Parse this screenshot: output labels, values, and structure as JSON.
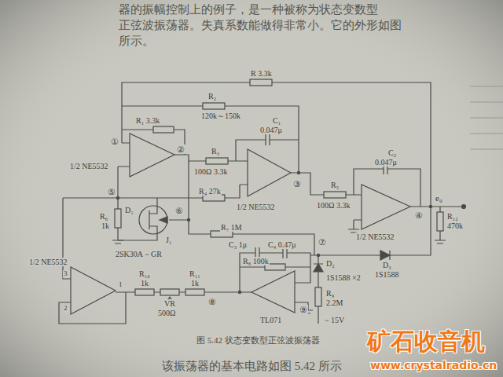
{
  "diagram": {
    "caption": "图 5.42  状态变数型正弦波振荡器",
    "labels": [
      "器的振幅控制上的例子，是一种被称为状态变数型",
      "正弦波振荡器。失真系数能做得非常小。它的外形如图",
      "所示。",
      "R 3.3k",
      "R₂",
      "120k～150k",
      "R₁ 3.3k",
      "C₁",
      "0.047μ",
      "R₃",
      "100Ω 3.3k",
      "1/2 NE5532",
      "1/2 NE5532",
      "C₂",
      "0.047μ",
      "R₅",
      "100Ω 3.3k",
      "1/2 NE5532",
      "e₀",
      "R₁₂",
      "470k",
      "R₄ 27k",
      "R₆",
      "1k",
      "D₁",
      "J₁",
      "2SK30A－GR",
      "R₇ 1M",
      "C₃ 1μ",
      "C₄ 0.47μ",
      "R₈ 100k",
      "TL071",
      "D₂",
      "1S1588 ×2",
      "R₉",
      "2.2M",
      "－15V",
      "D₃",
      "1S1588",
      "1/2 NE5532",
      "R₁₀",
      "1k",
      "VR",
      "500Ω",
      "R₁₁",
      "1k",
      "3",
      "2",
      "1",
      "①",
      "②",
      "③",
      "④",
      "⑤",
      "⑥",
      "⑦",
      "⑧",
      "⑨",
      "该振荡器的基本电路如图 5.42 所示",
      "矿石收音机",
      "www.crystalradio.cn"
    ]
  }
}
